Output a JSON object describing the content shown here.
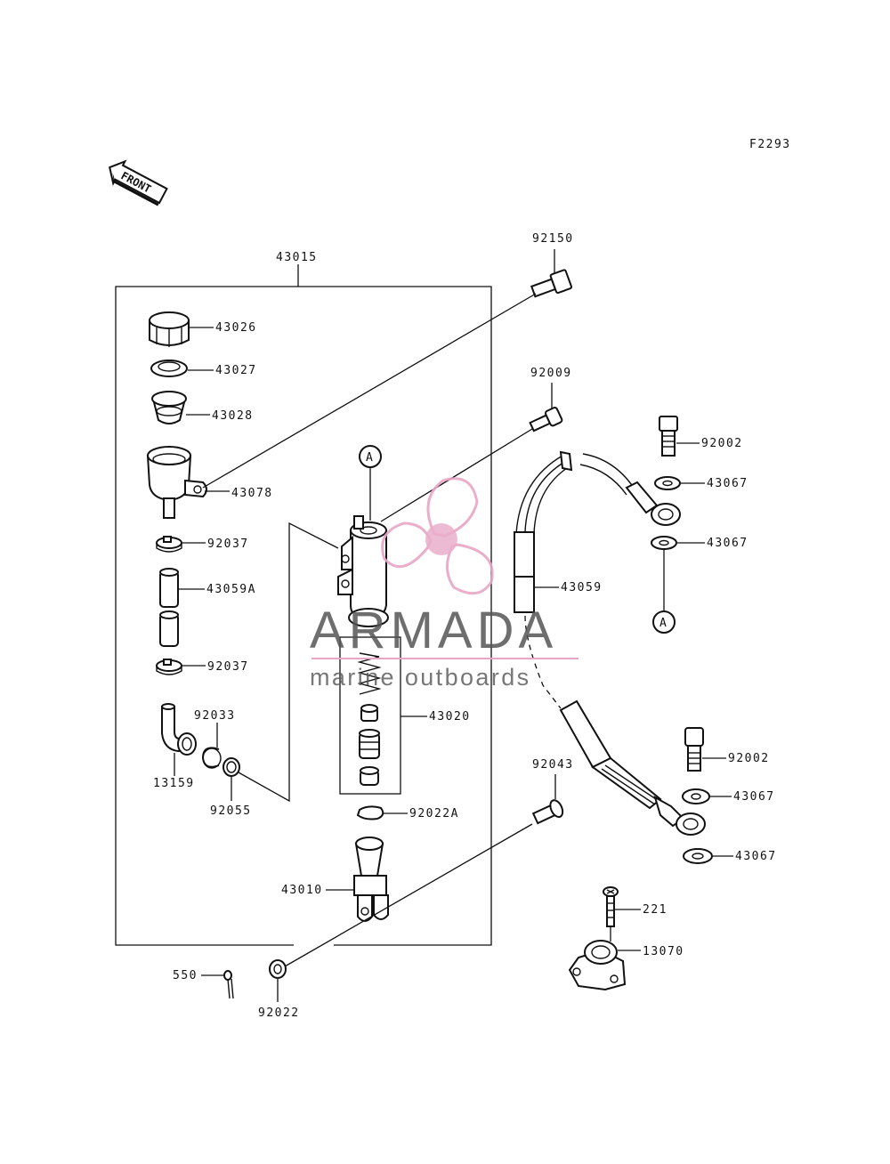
{
  "figure_code": "F2293",
  "front_marker": "FRONT",
  "ref_marker": "A",
  "watermark": {
    "brand": "ARMADA",
    "tagline": "marine outboards",
    "brand_color": "#555555",
    "logo_color": "#e8a6c6"
  },
  "parts": {
    "p43015": "43015",
    "p92150": "92150",
    "p43026": "43026",
    "p43027": "43027",
    "p43028": "43028",
    "p43078": "43078",
    "p92037a": "92037",
    "p43059A": "43059A",
    "p92037b": "92037",
    "p92033": "92033",
    "p13159": "13159",
    "p92055": "92055",
    "p92009": "92009",
    "p92002a": "92002",
    "p43067a": "43067",
    "p43067b": "43067",
    "p43059": "43059",
    "p43020": "43020",
    "p92022A": "92022A",
    "p92043": "92043",
    "p92002b": "92002",
    "p43067c": "43067",
    "p43067d": "43067",
    "p43010": "43010",
    "p221": "221",
    "p13070": "13070",
    "p550": "550",
    "p92022": "92022"
  }
}
